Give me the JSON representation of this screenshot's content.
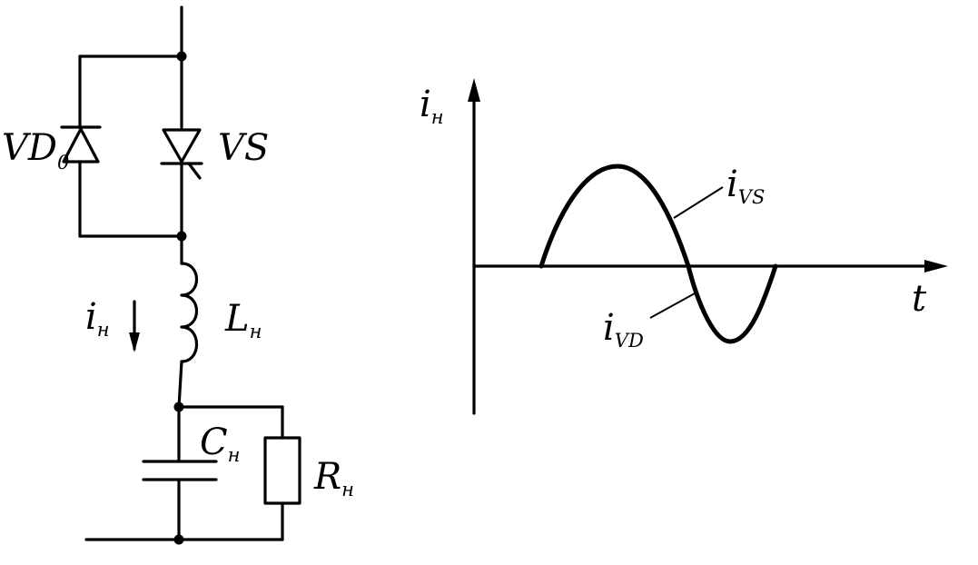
{
  "circuit": {
    "diode_label": {
      "main": "VD",
      "sub": "0"
    },
    "thyristor_label": {
      "main": "VS",
      "sub": ""
    },
    "current_label": {
      "main": "i",
      "sub": "н"
    },
    "inductor_label": {
      "main": "L",
      "sub": "н"
    },
    "capacitor_label": {
      "main": "C",
      "sub": "н"
    },
    "resistor_label": {
      "main": "R",
      "sub": "н"
    }
  },
  "waveform": {
    "y_axis_label": {
      "main": "i",
      "sub": "н"
    },
    "x_axis_label": "t",
    "curve_vs_label": {
      "main": "i",
      "sub": "VS"
    },
    "curve_vd_label": {
      "main": "i",
      "sub": "VD"
    }
  }
}
